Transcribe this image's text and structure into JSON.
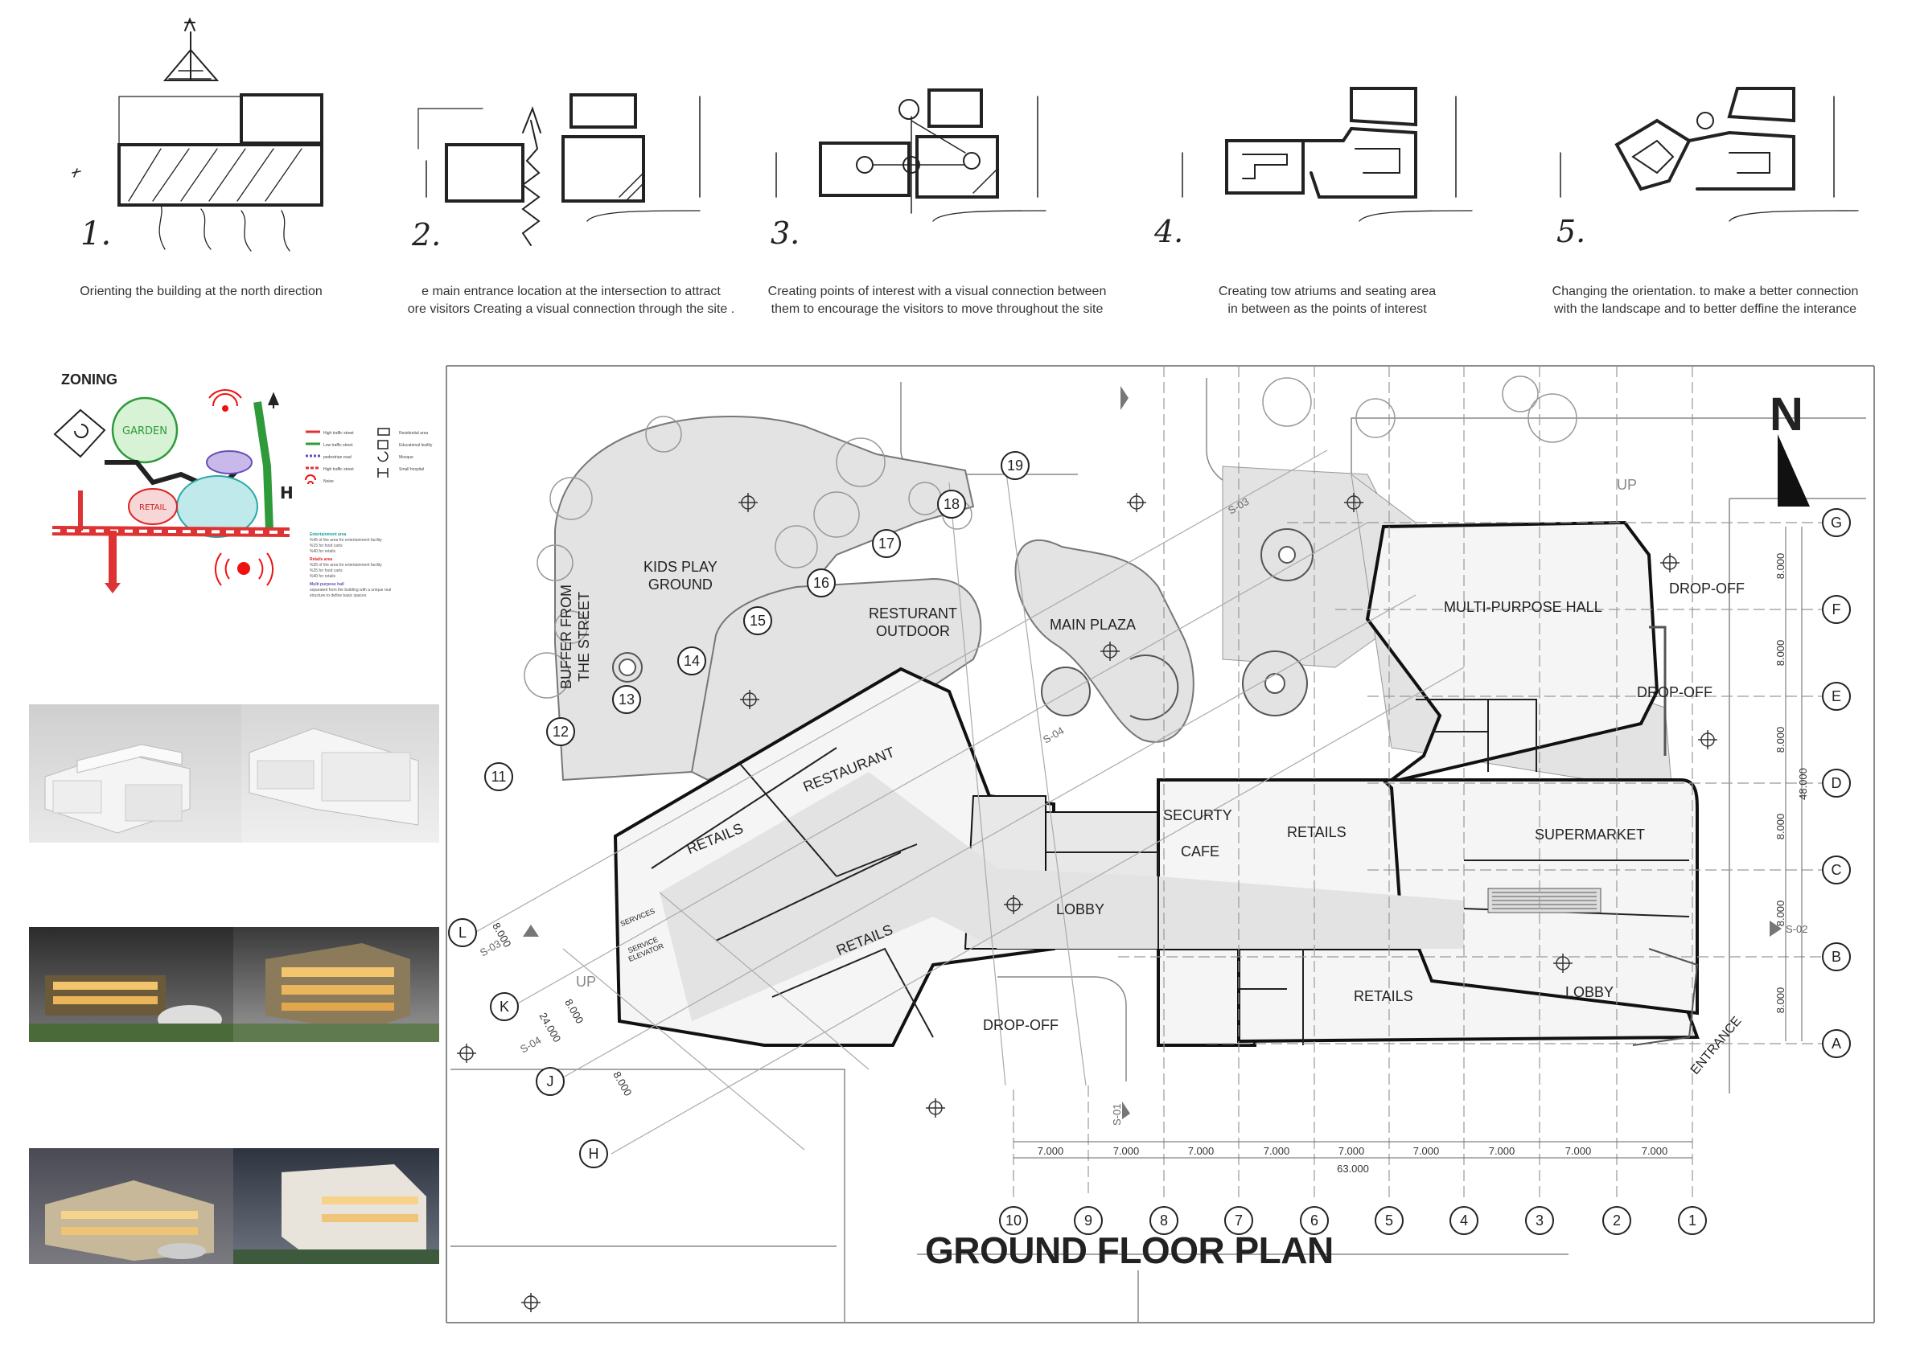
{
  "sketch_steps": [
    {
      "number": "1.",
      "caption": "Orienting the building at the north direction"
    },
    {
      "number": "2.",
      "caption": "e main entrance location at the intersection to attract\nore visitors Creating a visual connection through the site ."
    },
    {
      "number": "3.",
      "caption": "Creating points of interest with a visual connection between\nthem to encourage the visitors to move throughout the site"
    },
    {
      "number": "4.",
      "caption": "Creating tow atriums and seating area\nin between as the points of interest"
    },
    {
      "number": "5.",
      "caption": "Changing the orientation. to make a better connection\nwith the landscape and to better deffine the interance"
    }
  ],
  "zoning": {
    "title": "ZONING",
    "sketch_labels": {
      "garden": "GARDEN",
      "retail": "RETAIL"
    },
    "legend_left": [
      "High traffic street",
      "Low traffic street",
      "pedestrian road",
      "High traffic street",
      "Noise"
    ],
    "legend_right": [
      "Residential area",
      "Educational facility",
      "Mosque",
      "Small hospital"
    ],
    "notes": [
      {
        "head": "Entertainment area",
        "lines": [
          "%45 of the area for entertainment facility",
          "%15 for food carts",
          "%40 for retails"
        ]
      },
      {
        "head": "Retails area",
        "lines": [
          "%35 of the area for entertainment facility",
          "%25 for food carts",
          "%40 for retails"
        ]
      },
      {
        "head": "Multi purpose hall",
        "lines": [
          "separated from the building with a unique real",
          "structure to define basic spaces"
        ]
      }
    ]
  },
  "plan": {
    "title": "GROUND FLOOR PLAN",
    "north": "N",
    "up_labels": [
      "UP",
      "UP"
    ],
    "rooms": {
      "kids": "KIDS PLAY\nGROUND",
      "buffer": "BUFFER FROM\nTHE STREET",
      "resturant_outdoor": "RESTURANT\nOUTDOOR",
      "main_plaza": "MAIN PLAZA",
      "multi_purpose": "MULTI-PURPOSE HALL",
      "drop_off_1": "DROP-OFF",
      "drop_off_2": "DROP-OFF",
      "drop_off_3": "DROP-OFF",
      "restaurant": "RESTAURANT",
      "retails_1": "RETAILS",
      "retails_2": "RETAILS",
      "retails_3": "RETAILS",
      "retails_4": "RETAILS",
      "security": "SECURTY",
      "cafe": "CAFE",
      "supermarket": "SUPERMARKET",
      "lobby_1": "LOBBY",
      "lobby_2": "LOBBY",
      "services": "SERVICES",
      "service_elevator": "SERVICE\nELEVATOR",
      "entrance": "ENTRANCE"
    },
    "grid_columns": [
      "10",
      "9",
      "8",
      "7",
      "6",
      "5",
      "4",
      "3",
      "2",
      "1"
    ],
    "grid_rows": [
      "G",
      "F",
      "E",
      "D",
      "C",
      "B",
      "A"
    ],
    "curve_gridlines": [
      "19",
      "18",
      "17",
      "16",
      "15",
      "14",
      "13",
      "12",
      "11"
    ],
    "skew_rows": [
      "L",
      "K",
      "J",
      "H"
    ],
    "column_spacings": [
      "7.000",
      "7.000",
      "7.000",
      "7.000",
      "7.000",
      "7.000",
      "7.000",
      "7.000",
      "7.000"
    ],
    "column_total": "63.000",
    "row_spacings": [
      "8.000",
      "8.000",
      "8.000",
      "8.000",
      "8.000",
      "8.000"
    ],
    "row_total": "48.000",
    "skew_dims": [
      "8.000",
      "8.000",
      "24.000",
      "8.000"
    ],
    "section_marks": [
      "S-01",
      "S-02",
      "S-03",
      "S-03",
      "S-04",
      "S-04"
    ]
  }
}
